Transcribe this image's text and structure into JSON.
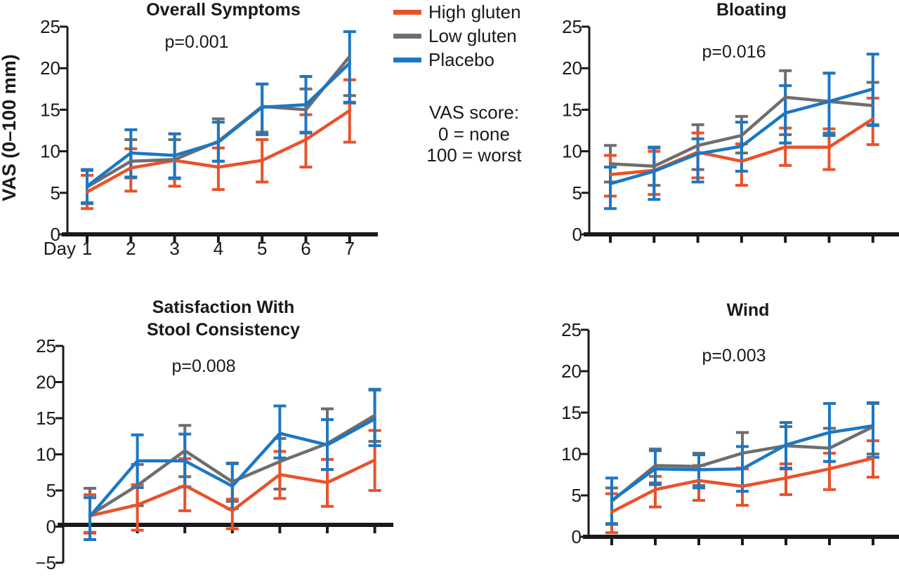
{
  "figure": {
    "y_axis_label": "VAS (0–100 mm)",
    "x_prefix_label": "Day"
  },
  "legend": {
    "position": "top-center",
    "items": [
      {
        "label": "High gluten",
        "color": "#E8522B"
      },
      {
        "label": "Low gluten",
        "color": "#6E6E6E"
      },
      {
        "label": "Placebo",
        "color": "#1C77C3"
      }
    ]
  },
  "note": {
    "lines": [
      "VAS score:",
      "0 = none",
      "100 = worst"
    ]
  },
  "chart_data": [
    {
      "id": "overall-symptoms",
      "type": "line",
      "title": "Overall Symptoms",
      "annotation": "p=0.001",
      "xlabel": "Day",
      "ylabel": "VAS (0–100 mm)",
      "grid": false,
      "x": [
        1,
        2,
        3,
        4,
        5,
        6,
        7
      ],
      "xticklabels": [
        "1",
        "2",
        "3",
        "4",
        "5",
        "6",
        "7"
      ],
      "show_xticklabels": true,
      "ylim": [
        0,
        25
      ],
      "yticks": [
        0,
        5,
        10,
        15,
        20,
        25
      ],
      "series": [
        {
          "name": "High gluten",
          "color": "#E8522B",
          "values": [
            5.1,
            8.0,
            8.9,
            8.1,
            8.9,
            11.4,
            14.9
          ],
          "err_low": [
            3.1,
            5.2,
            5.8,
            5.4,
            6.3,
            8.1,
            11.1
          ],
          "err_high": [
            7.1,
            10.3,
            12.1,
            10.4,
            11.4,
            14.4,
            18.6
          ]
        },
        {
          "name": "Low gluten",
          "color": "#6E6E6E",
          "values": [
            5.7,
            8.8,
            9.0,
            11.2,
            15.4,
            15.0,
            21.4
          ],
          "err_low": [
            3.7,
            6.8,
            6.7,
            8.8,
            12.3,
            12.3,
            15.8
          ],
          "err_high": [
            7.7,
            11.4,
            11.4,
            13.9,
            18.1,
            17.5,
            16.7
          ]
        },
        {
          "name": "Placebo",
          "color": "#1C77C3",
          "values": [
            5.8,
            9.8,
            9.5,
            11.1,
            15.3,
            15.6,
            20.6
          ],
          "err_low": [
            3.8,
            6.9,
            6.8,
            8.8,
            12.0,
            12.2,
            15.9
          ],
          "err_high": [
            7.8,
            12.6,
            12.1,
            13.5,
            18.1,
            19.0,
            24.4
          ]
        }
      ]
    },
    {
      "id": "bloating",
      "type": "line",
      "title": "Bloating",
      "annotation": "p=0.016",
      "xlabel": "Day",
      "ylabel": "VAS (0–100 mm)",
      "grid": false,
      "x": [
        1,
        2,
        3,
        4,
        5,
        6,
        7
      ],
      "xticklabels": [
        "",
        "",
        "",
        "",
        "",
        "",
        ""
      ],
      "show_xticklabels": false,
      "ylim": [
        0,
        25
      ],
      "yticks": [
        0,
        5,
        10,
        15,
        20,
        25
      ],
      "series": [
        {
          "name": "High gluten",
          "color": "#E8522B",
          "values": [
            7.2,
            7.7,
            9.9,
            8.8,
            10.5,
            10.5,
            13.9
          ],
          "err_low": [
            4.6,
            4.8,
            6.8,
            5.9,
            8.3,
            7.8,
            10.8
          ],
          "err_high": [
            9.5,
            10.0,
            12.2,
            10.9,
            12.8,
            12.7,
            16.4
          ]
        },
        {
          "name": "Low gluten",
          "color": "#6E6E6E",
          "values": [
            8.5,
            8.2,
            10.7,
            11.9,
            16.5,
            16.0,
            15.5
          ],
          "err_low": [
            6.3,
            5.9,
            7.8,
            9.8,
            12.0,
            12.2,
            13.2
          ],
          "err_high": [
            10.7,
            10.4,
            13.2,
            14.2,
            19.7,
            19.4,
            18.3
          ]
        },
        {
          "name": "Placebo",
          "color": "#1C77C3",
          "values": [
            6.1,
            7.6,
            9.7,
            10.6,
            14.6,
            16.0,
            17.5
          ],
          "err_low": [
            3.1,
            4.2,
            6.3,
            7.6,
            11.0,
            11.9,
            13.1
          ],
          "err_high": [
            8.1,
            10.5,
            11.5,
            13.5,
            17.9,
            19.4,
            21.7
          ]
        }
      ]
    },
    {
      "id": "satisfaction-with-stool-consistency",
      "type": "line",
      "title": "Satisfaction With\nStool Consistency",
      "annotation": "p=0.008",
      "xlabel": "Day",
      "ylabel": "VAS (0–100 mm)",
      "grid": false,
      "x": [
        1,
        2,
        3,
        4,
        5,
        6,
        7
      ],
      "xticklabels": [
        "",
        "",
        "",
        "",
        "",
        "",
        ""
      ],
      "show_xticklabels": false,
      "ylim": [
        -5,
        25
      ],
      "yticks": [
        -5,
        0,
        5,
        10,
        15,
        20,
        25
      ],
      "series": [
        {
          "name": "High gluten",
          "color": "#E8522B",
          "values": [
            1.5,
            3.0,
            5.7,
            2.2,
            7.2,
            6.1,
            9.2
          ],
          "err_low": [
            -0.9,
            -0.5,
            2.2,
            -0.3,
            3.9,
            2.8,
            5.0
          ],
          "err_high": [
            4.4,
            5.8,
            9.4,
            3.8,
            10.4,
            9.3,
            13.3
          ]
        },
        {
          "name": "Low gluten",
          "color": "#6E6E6E",
          "values": [
            1.6,
            5.7,
            10.5,
            6.2,
            9.0,
            11.5,
            15.4
          ],
          "err_low": [
            -0.8,
            2.9,
            6.9,
            3.5,
            5.2,
            7.9,
            11.8
          ],
          "err_high": [
            5.3,
            8.6,
            14.0,
            8.8,
            12.2,
            16.3,
            18.9
          ]
        },
        {
          "name": "Placebo",
          "color": "#1C77C3",
          "values": [
            1.4,
            9.1,
            9.1,
            5.6,
            12.9,
            11.3,
            14.9
          ],
          "err_low": [
            -1.8,
            5.4,
            5.5,
            2.5,
            9.5,
            7.9,
            11.2
          ],
          "err_high": [
            4.0,
            12.7,
            12.8,
            8.7,
            16.7,
            14.8,
            19.0
          ]
        }
      ]
    },
    {
      "id": "wind",
      "type": "line",
      "title": "Wind",
      "annotation": "p=0.003",
      "xlabel": "Day",
      "ylabel": "VAS (0–100 mm)",
      "grid": false,
      "x": [
        1,
        2,
        3,
        4,
        5,
        6,
        7
      ],
      "xticklabels": [
        "",
        "",
        "",
        "",
        "",
        "",
        ""
      ],
      "show_xticklabels": false,
      "ylim": [
        0,
        25
      ],
      "yticks": [
        0,
        5,
        10,
        15,
        20,
        25
      ],
      "series": [
        {
          "name": "High gluten",
          "color": "#E8522B",
          "values": [
            3.0,
            5.7,
            6.8,
            6.1,
            7.1,
            8.2,
            9.5
          ],
          "err_low": [
            0.5,
            3.6,
            4.4,
            3.8,
            5.1,
            5.7,
            7.2
          ],
          "err_high": [
            5.2,
            7.3,
            8.6,
            8.3,
            8.8,
            10.1,
            11.6
          ]
        },
        {
          "name": "Low gluten",
          "color": "#6E6E6E",
          "values": [
            4.3,
            8.6,
            8.5,
            10.1,
            11.0,
            10.7,
            13.3
          ],
          "err_low": [
            1.6,
            6.5,
            6.2,
            8.2,
            8.3,
            9.1,
            10.0
          ],
          "err_high": [
            5.9,
            10.6,
            10.1,
            12.6,
            13.3,
            13.1,
            16.1
          ]
        },
        {
          "name": "Placebo",
          "color": "#1C77C3",
          "values": [
            4.4,
            8.2,
            8.1,
            8.2,
            11.1,
            12.6,
            13.4
          ],
          "err_low": [
            1.5,
            6.3,
            5.9,
            5.5,
            8.2,
            9.1,
            9.6
          ],
          "err_high": [
            7.1,
            10.4,
            9.9,
            10.9,
            13.8,
            16.1,
            16.2
          ]
        }
      ]
    }
  ]
}
